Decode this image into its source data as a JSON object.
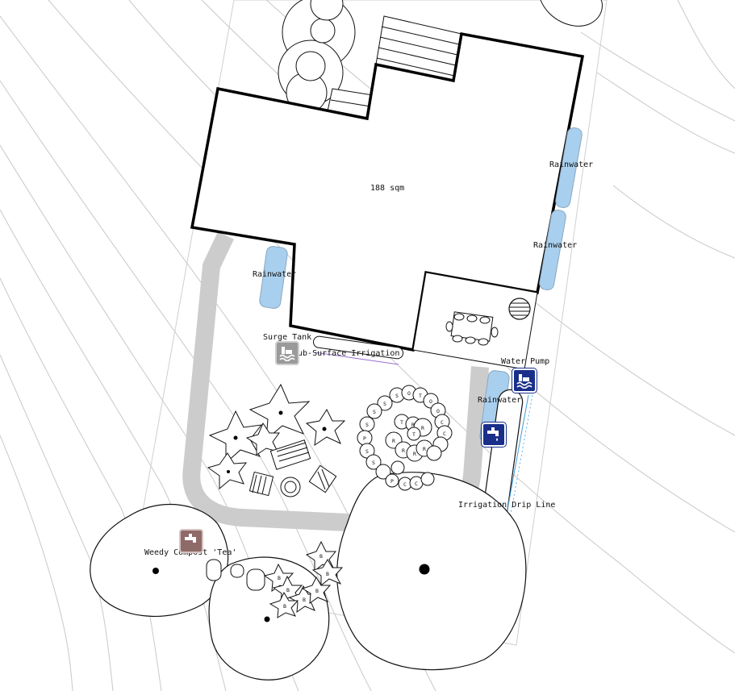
{
  "plan": {
    "house_area": "188 sqm"
  },
  "labels": {
    "rainwater_1": "Rainwater",
    "rainwater_2": "Rainwater",
    "rainwater_3": "Rainwater",
    "rainwater_4": "Rainwater",
    "surge_tank": "Surge Tank",
    "sub_surface_irrigation": "Sub-Surface Irrigation",
    "water_pump": "Water Pump",
    "irrigation_drip_line": "Irrigation Drip Line",
    "weedy_compost_tea": "Weedy Compost 'Tea'"
  },
  "icons": {
    "surge_tank": "pump-station-icon",
    "water_pump": "water-pump-icon",
    "tap": "tap-icon",
    "compost_tea": "compost-tap-icon"
  },
  "plant_codes": {
    "spiral_outer": [
      "S",
      "S",
      "O",
      "T",
      "O",
      "O",
      "C",
      "C",
      "P",
      "C",
      "C",
      "S",
      "S",
      "S",
      "P",
      "S"
    ],
    "spiral_inner": [
      "T",
      "R",
      "R",
      "R",
      "R",
      "R",
      "R",
      "T"
    ],
    "banana_cluster": [
      "B",
      "B",
      "B",
      "B",
      "B",
      "B",
      "B"
    ]
  },
  "colors": {
    "tank_fill": "#a9cfee",
    "tank_stroke": "#8aa7bf",
    "path_grey": "#cccccc",
    "icon_blue": "#1a2f8a",
    "icon_grey": "#9a9a9a",
    "icon_brown": "#8e6a68",
    "drip_line": "#3b9be0",
    "irrigation_line": "#9b6fd0"
  }
}
